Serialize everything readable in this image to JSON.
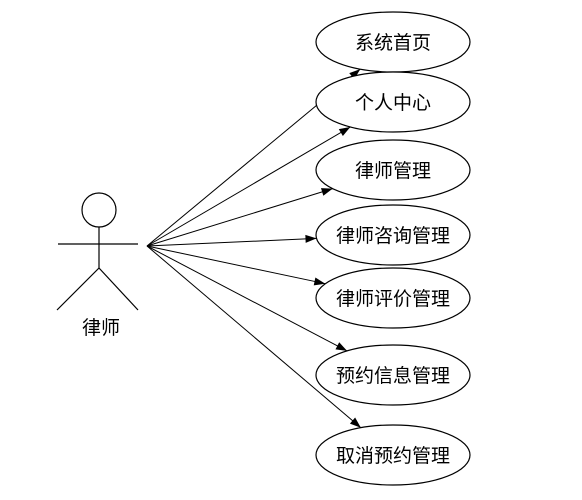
{
  "actor": {
    "name": "律师"
  },
  "use_cases": [
    {
      "id": "home",
      "label": "系统首页"
    },
    {
      "id": "profile",
      "label": "个人中心"
    },
    {
      "id": "lawyer-mgmt",
      "label": "律师管理"
    },
    {
      "id": "consult-mgmt",
      "label": "律师咨询管理"
    },
    {
      "id": "review-mgmt",
      "label": "律师评价管理"
    },
    {
      "id": "booking-mgmt",
      "label": "预约信息管理"
    },
    {
      "id": "cancel-booking-mgmt",
      "label": "取消预约管理"
    }
  ]
}
